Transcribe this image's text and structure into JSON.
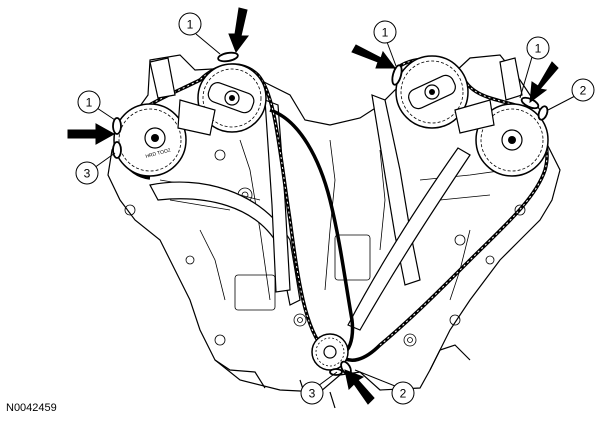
{
  "figure": {
    "reference_code": "N0042459"
  },
  "callouts": [
    {
      "id": "c1",
      "label": "1"
    },
    {
      "id": "c2",
      "label": "1"
    },
    {
      "id": "c3",
      "label": "1"
    },
    {
      "id": "c4",
      "label": "1"
    },
    {
      "id": "c5",
      "label": "2"
    },
    {
      "id": "c6",
      "label": "3"
    },
    {
      "id": "c7",
      "label": "3"
    },
    {
      "id": "c8",
      "label": "2"
    }
  ],
  "sprocket_marking": "HRD TOO2"
}
